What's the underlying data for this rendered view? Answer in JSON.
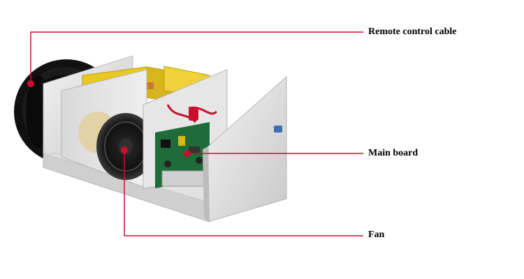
{
  "labels": {
    "remote_control_cable": "Remote control cable",
    "main_board": "Main board",
    "fan": "Fan"
  },
  "colors": {
    "leader_line": "#c8102e",
    "chassis": "#dcdcdc",
    "cable": "#111111",
    "transformer": "#e9c824",
    "board": "#1f6b3a"
  }
}
